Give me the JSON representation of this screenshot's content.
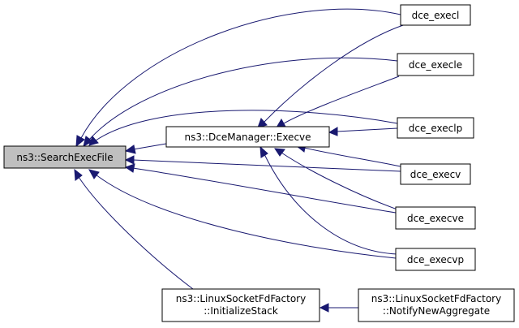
{
  "nodes": {
    "search_exec_file": {
      "label": "ns3::SearchExecFile"
    },
    "dce_manager_execve": {
      "label": "ns3::DceManager::Execve"
    },
    "dce_execl": {
      "label": "dce_execl"
    },
    "dce_execle": {
      "label": "dce_execle"
    },
    "dce_execlp": {
      "label": "dce_execlp"
    },
    "dce_execv": {
      "label": "dce_execv"
    },
    "dce_execve": {
      "label": "dce_execve"
    },
    "dce_execvp": {
      "label": "dce_execvp"
    },
    "initialize_stack": {
      "line1": "ns3::LinuxSocketFdFactory",
      "line2": "::InitializeStack"
    },
    "notify_new_aggregate": {
      "line1": "ns3::LinuxSocketFdFactory",
      "line2": "::NotifyNewAggregate"
    }
  },
  "colors": {
    "edge": "#191970",
    "root_fill": "#bfbfbf",
    "node_fill": "#ffffff",
    "border": "#000000"
  }
}
